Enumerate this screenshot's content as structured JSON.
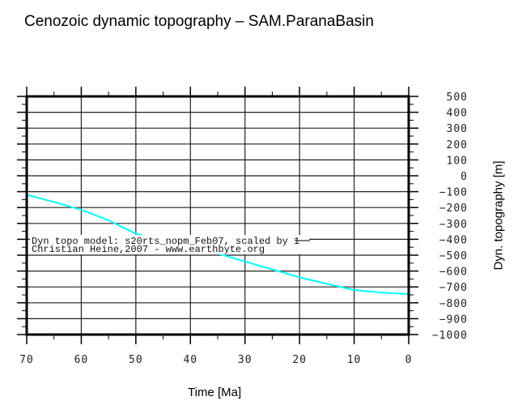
{
  "title": "Cenozoic dynamic topography – SAM.ParanaBasin",
  "x_axis_label": "Time [Ma]",
  "y_axis_label": "Dyn. topography [m]",
  "annotation": {
    "line1": "Dyn topo model: s20rts_nopm_Feb07, scaled by 1",
    "line2": "Christian Heine,2007 - www.earthbyte.org"
  },
  "colors": {
    "series": "#00ffff",
    "grid": "#000000",
    "frame": "#000000"
  },
  "chart_data": {
    "type": "line",
    "title": "Cenozoic dynamic topography – SAM.ParanaBasin",
    "xlabel": "Time [Ma]",
    "ylabel": "Dyn. topography [m]",
    "xlim": [
      70,
      0
    ],
    "ylim": [
      -1000,
      500
    ],
    "x_ticks": [
      70,
      60,
      50,
      40,
      30,
      20,
      10,
      0
    ],
    "y_ticks": [
      500,
      400,
      300,
      200,
      100,
      0,
      -100,
      -200,
      -300,
      -400,
      -500,
      -600,
      -700,
      -800,
      -900,
      -1000
    ],
    "grid": true,
    "y_axis_position": "right",
    "legend": null,
    "series": [
      {
        "name": "s20rts_nopm_Feb07",
        "color": "#00ffff",
        "x": [
          70,
          65,
          60,
          55,
          50,
          45,
          40,
          35,
          30,
          25,
          20,
          15,
          10,
          5,
          0
        ],
        "y": [
          -120,
          -165,
          -215,
          -280,
          -365,
          -410,
          -450,
          -490,
          -540,
          -590,
          -640,
          -680,
          -720,
          -735,
          -745
        ]
      }
    ]
  }
}
